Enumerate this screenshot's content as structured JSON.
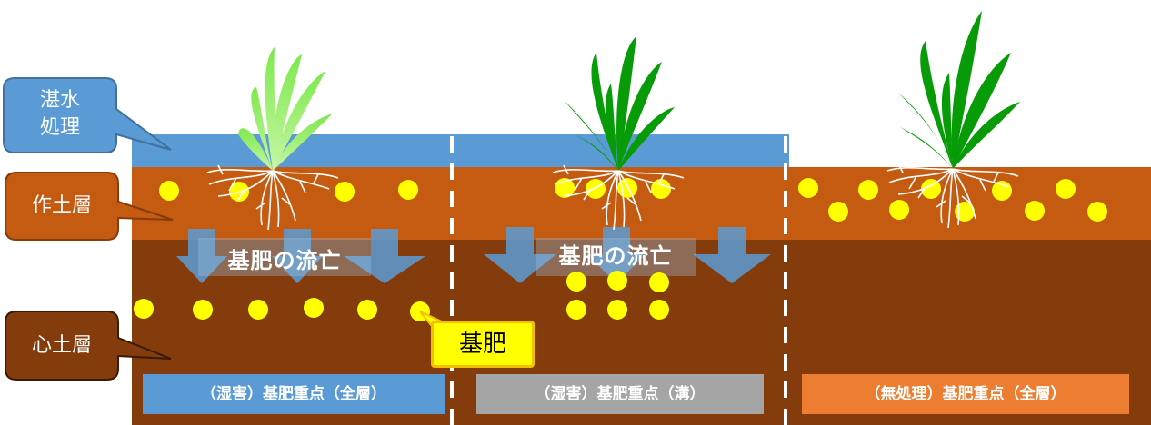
{
  "callouts": {
    "flooding_line1": "湛水",
    "flooding_line2": "処理",
    "topsoil": "作土層",
    "subsoil": "心土層"
  },
  "flow_labels": [
    "基肥の流亡",
    "基肥の流亡"
  ],
  "fertilizer_label": "基肥",
  "plots": [
    {
      "label": "（湿害）基肥重点（全層）",
      "color": "#5b9bd5"
    },
    {
      "label": "（湿害）基肥重点（溝）",
      "color": "#a5a5a5"
    },
    {
      "label": "（無処理）基肥重点（全層）",
      "color": "#ed7d31"
    }
  ],
  "colors": {
    "water": "#5b9bd5",
    "topsoil": "#c55a11",
    "subsoil": "#843c0c",
    "fertilizer": "#ffff00",
    "plant_light": "#92f06a",
    "plant_dark": "#079b07"
  }
}
